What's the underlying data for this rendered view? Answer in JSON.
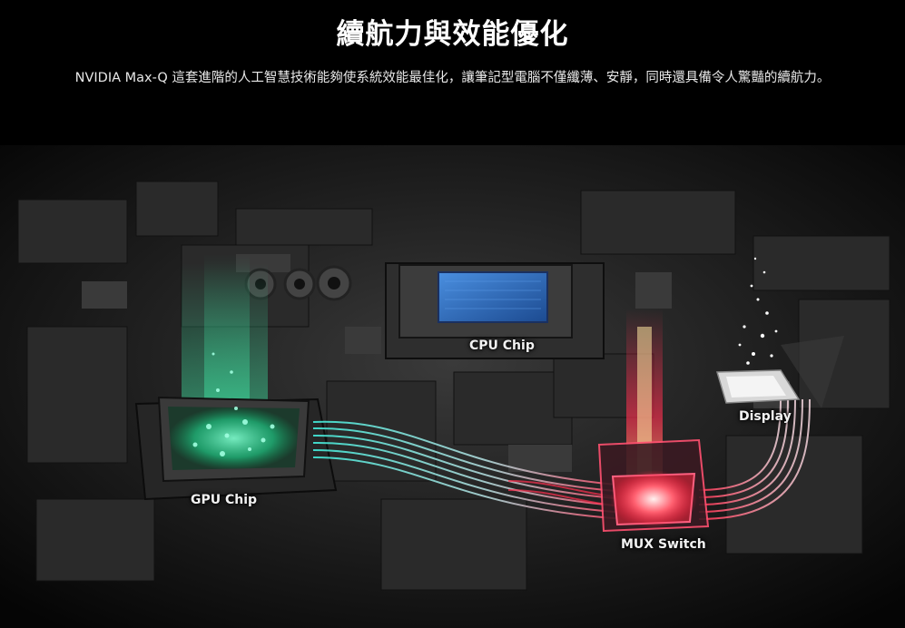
{
  "page": {
    "title": "續航力與效能優化",
    "description": "NVIDIA Max-Q 這套進階的人工智慧技術能夠使系統效能最佳化，讓筆記型電腦不僅纖薄、安靜，同時還具備令人驚豔的續航力。"
  },
  "diagram": {
    "labels": {
      "gpu": "GPU Chip",
      "cpu": "CPU Chip",
      "display": "Display",
      "mux": "MUX Switch"
    },
    "colors": {
      "gpu_glow": "#3fe0a0",
      "cpu_die": "#2f6fc8",
      "mux_glow": "#ff3050",
      "display_glow": "#ffffff",
      "board": "#1c1c1c"
    }
  }
}
